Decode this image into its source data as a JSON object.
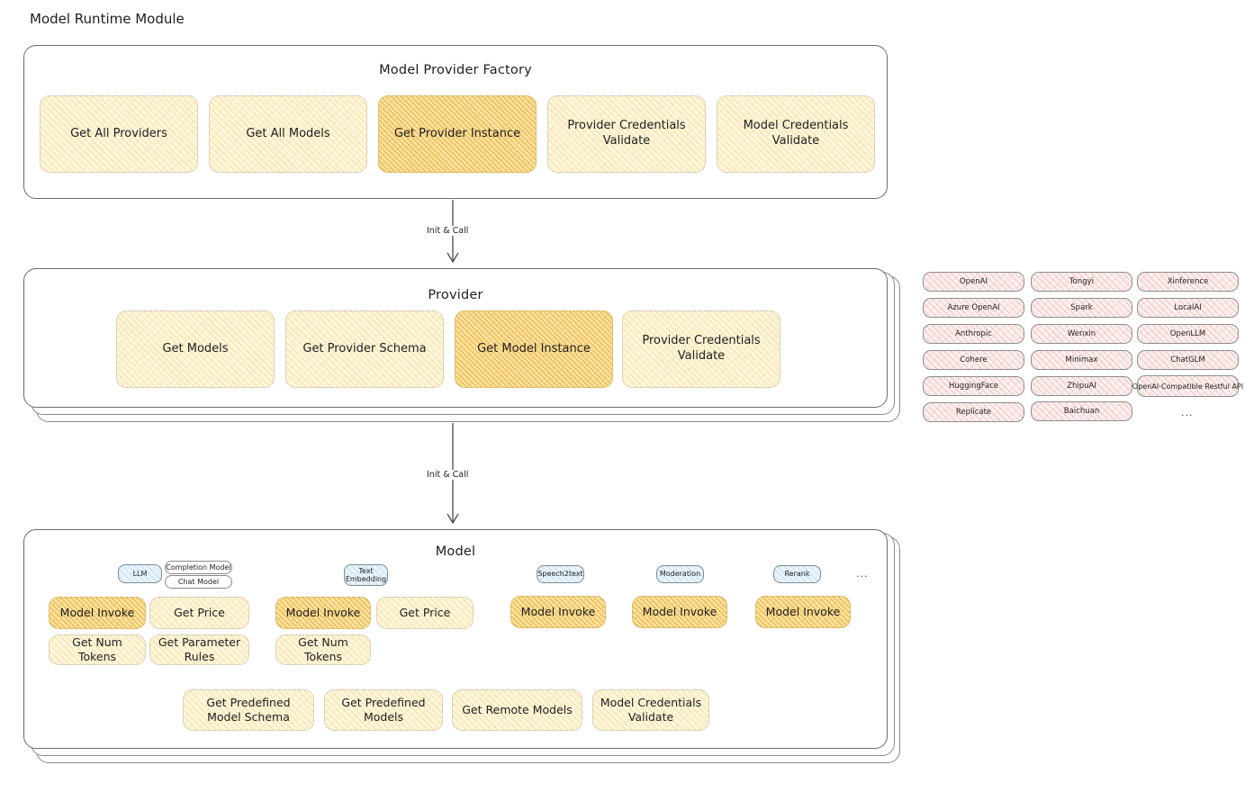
{
  "title": "Model Runtime Module",
  "colors": {
    "fill_yellow": "#fdf6e0",
    "fill_gold_highlight": "#fbe3ab",
    "fill_pink": "#fdf0f0",
    "fill_blue": "#e8f3fb",
    "stroke": "#6b6b6b",
    "text": "#1e1e1e"
  },
  "factory": {
    "title": "Model Provider Factory",
    "nodes": [
      {
        "label": "Get All Providers",
        "highlight": false
      },
      {
        "label": "Get All Models",
        "highlight": false
      },
      {
        "label": "Get Provider Instance",
        "highlight": true
      },
      {
        "label": "Provider Credentials Validate",
        "highlight": false
      },
      {
        "label": "Model Credentials Validate",
        "highlight": false
      }
    ]
  },
  "arrow_factory_to_provider": {
    "label": "Init & Call"
  },
  "provider": {
    "title": "Provider",
    "nodes": [
      {
        "label": "Get Models",
        "highlight": false
      },
      {
        "label": "Get Provider Schema",
        "highlight": false
      },
      {
        "label": "Get Model Instance",
        "highlight": true
      },
      {
        "label": "Provider Credentials Validate",
        "highlight": false
      }
    ]
  },
  "arrow_provider_to_model": {
    "label": "Init & Call"
  },
  "provider_list": {
    "columns": [
      [
        "OpenAI",
        "Azure OpenAI",
        "Anthropic",
        "Cohere",
        "HuggingFace",
        "Replicate"
      ],
      [
        "Tongyi",
        "Spark",
        "Wenxin",
        "Minimax",
        "ZhipuAI",
        "Baichuan"
      ],
      [
        "Xinference",
        "LocalAI",
        "OpenLLM",
        "ChatGLM",
        "OpenAI-Compatible Restful API"
      ]
    ],
    "more": "..."
  },
  "model": {
    "title": "Model",
    "more": "...",
    "types": [
      {
        "name": "LLM",
        "tags": [
          "Completion Model",
          "Chat Model"
        ],
        "methods": [
          {
            "label": "Model Invoke",
            "highlight": true
          },
          {
            "label": "Get Price",
            "highlight": false
          },
          {
            "label": "Get Num Tokens",
            "highlight": false
          },
          {
            "label": "Get Parameter Rules",
            "highlight": false
          }
        ]
      },
      {
        "name": "Text Embedding",
        "tags": [],
        "methods": [
          {
            "label": "Model Invoke",
            "highlight": true
          },
          {
            "label": "Get Price",
            "highlight": false
          },
          {
            "label": "Get Num Tokens",
            "highlight": false
          }
        ]
      },
      {
        "name": "Speech2text",
        "tags": [],
        "methods": [
          {
            "label": "Model Invoke",
            "highlight": true
          }
        ]
      },
      {
        "name": "Moderation",
        "tags": [],
        "methods": [
          {
            "label": "Model Invoke",
            "highlight": true
          }
        ]
      },
      {
        "name": "Rerank",
        "tags": [],
        "methods": [
          {
            "label": "Model Invoke",
            "highlight": true
          }
        ]
      }
    ],
    "common_methods": [
      "Get Predefined Model Schema",
      "Get Predefined Models",
      "Get Remote Models",
      "Model Credentials Validate"
    ]
  }
}
